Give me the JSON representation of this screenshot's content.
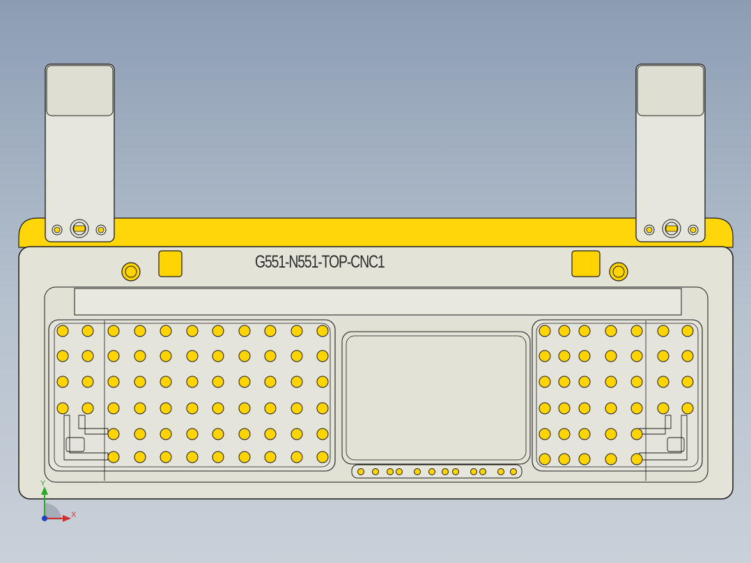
{
  "part": {
    "label": "G551-N551-TOP-CNC1"
  },
  "triad": {
    "x_label": "X",
    "y_label": "Y"
  },
  "colors": {
    "background_top": "#8c9db3",
    "background_bottom": "#c9d0d8",
    "plate": "#e3e3d8",
    "plate_edge": "#1a1a1a",
    "yellow_rim": "#ffd60a",
    "hole_fill": "#ffd400",
    "bracket": "#e6e6dc"
  },
  "icons": {
    "triad": "axis-triad-icon"
  }
}
